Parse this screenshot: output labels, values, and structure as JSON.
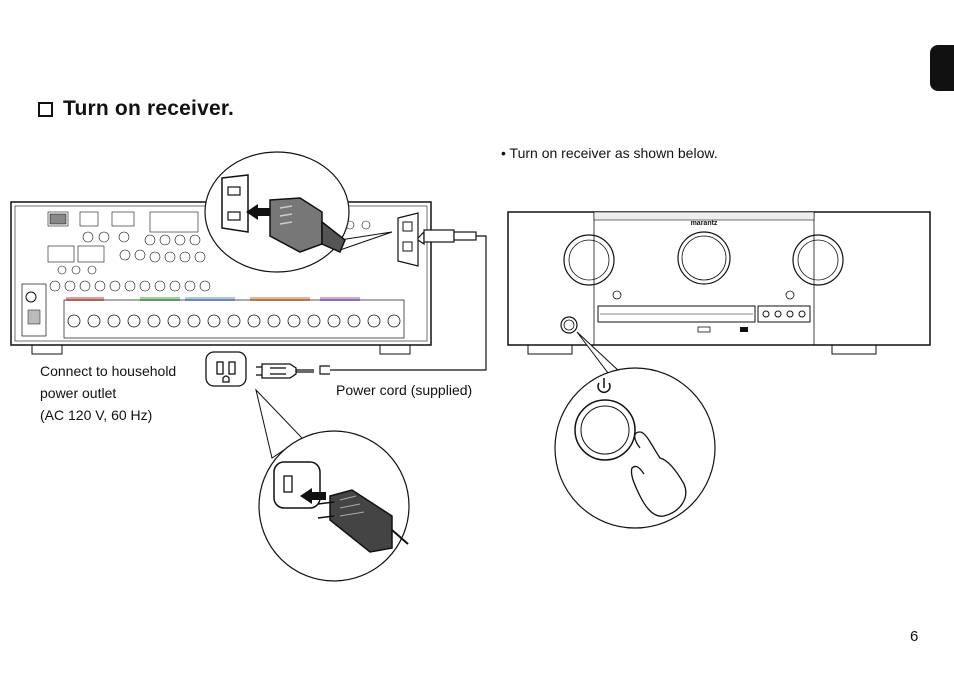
{
  "page": {
    "heading": "Turn on receiver.",
    "instruction": "Turn on receiver as shown below.",
    "outlet_label": [
      "Connect to household",
      "power outlet",
      "(AC 120 V, 60 Hz)"
    ],
    "cord_label": "Power cord (supplied)",
    "page_number": "6"
  },
  "illustration": {
    "brand_on_front_panel": "marantz",
    "icons": [
      "checkbox-icon",
      "power-symbol-icon",
      "pointing-hand-icon",
      "arrow-icon",
      "wall-outlet-icon",
      "power-plug-icon",
      "iec-inlet-icon"
    ]
  }
}
